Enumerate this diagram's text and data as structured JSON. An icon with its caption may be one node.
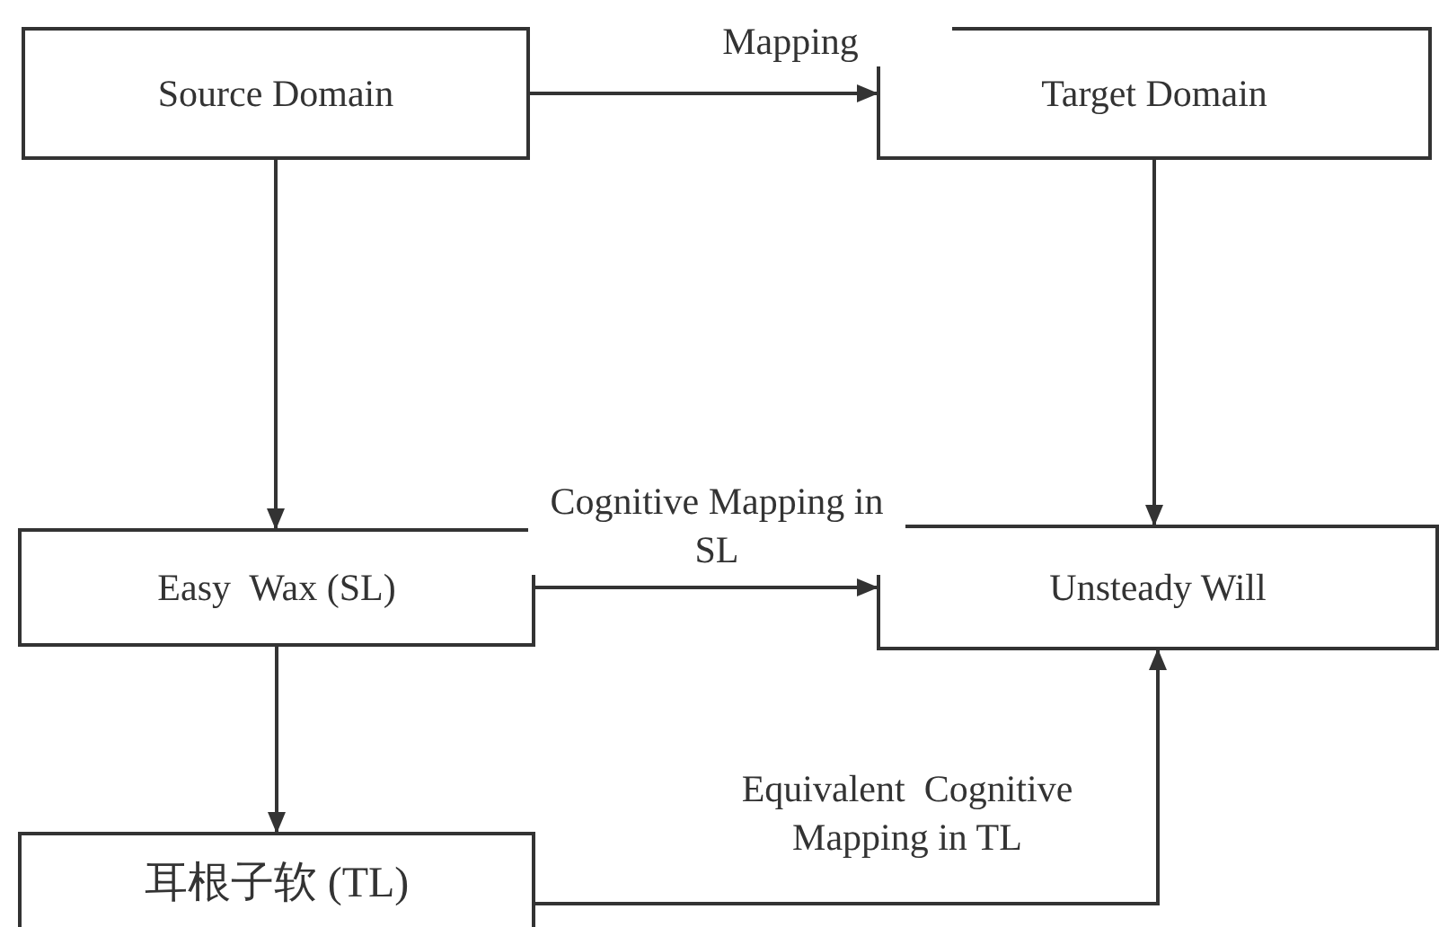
{
  "diagram": {
    "nodes": [
      {
        "text": [
          "Source Domain"
        ]
      },
      {
        "text": [
          "Target Domain"
        ]
      },
      {
        "text": [
          "Easy  Wax (SL)"
        ]
      },
      {
        "text": [
          "Unsteady Will"
        ]
      },
      {
        "text": [
          "耳根子软 (TL)"
        ]
      }
    ],
    "edges": [
      {
        "from": 0,
        "to": 1,
        "arrow": "to",
        "label": "Mapping"
      },
      {
        "from": 0,
        "to": 2,
        "arrow": "to"
      },
      {
        "from": 1,
        "to": 3,
        "arrow": "to"
      },
      {
        "from": 2,
        "to": 3,
        "arrow": "to",
        "label": "Cognitive Mapping in SL"
      },
      {
        "from": 2,
        "to": 4,
        "arrow": "to"
      },
      {
        "from": 4,
        "to": 3,
        "arrow": "to",
        "label": "Equivalent  Cognitive Mapping in TL"
      }
    ]
  }
}
